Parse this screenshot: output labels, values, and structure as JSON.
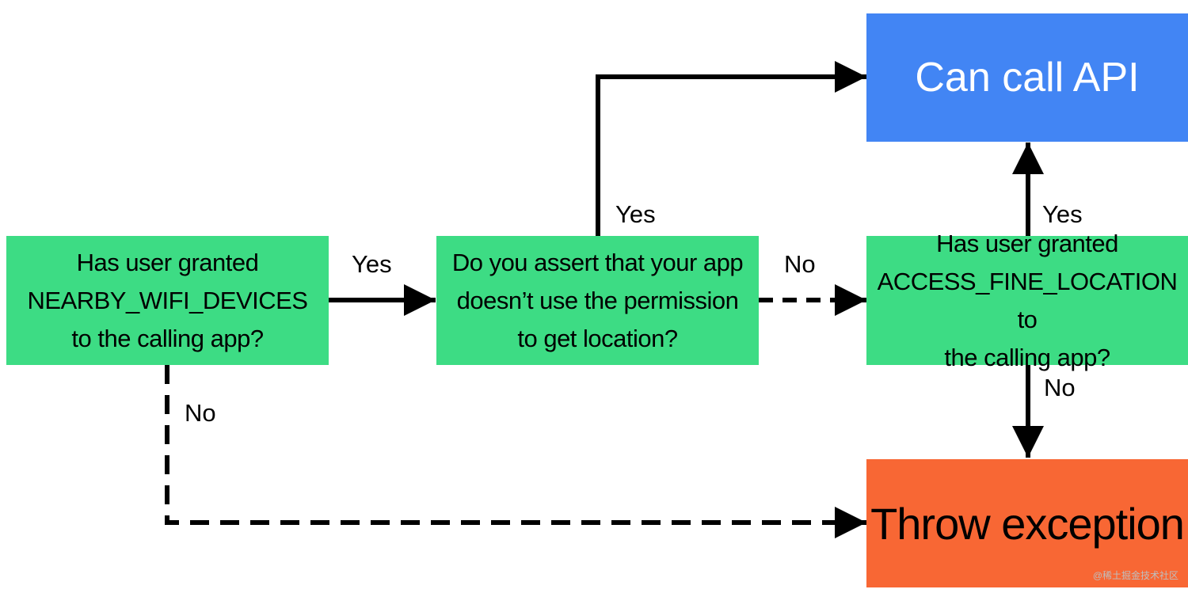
{
  "nodes": {
    "q_wifi": {
      "text": "Has user granted\nNEARBY_WIFI_DEVICES\nto the calling app?",
      "color": "#3ddc84"
    },
    "q_assert": {
      "text": "Do you assert that your app\ndoesn’t use the permission\nto get location?",
      "color": "#3ddc84"
    },
    "q_location": {
      "text": "Has user granted\nACCESS_FINE_LOCATION to\nthe calling app?",
      "color": "#3ddc84"
    },
    "can_call": {
      "text": "Can call API",
      "color": "#4285f4"
    },
    "throw": {
      "text": "Throw exception",
      "color": "#f86734"
    }
  },
  "edge_labels": {
    "wifi_yes": "Yes",
    "wifi_no": "No",
    "assert_yes": "Yes",
    "assert_no": "No",
    "location_yes": "Yes",
    "location_no": "No"
  },
  "watermark": "@稀土掘金技术社区"
}
